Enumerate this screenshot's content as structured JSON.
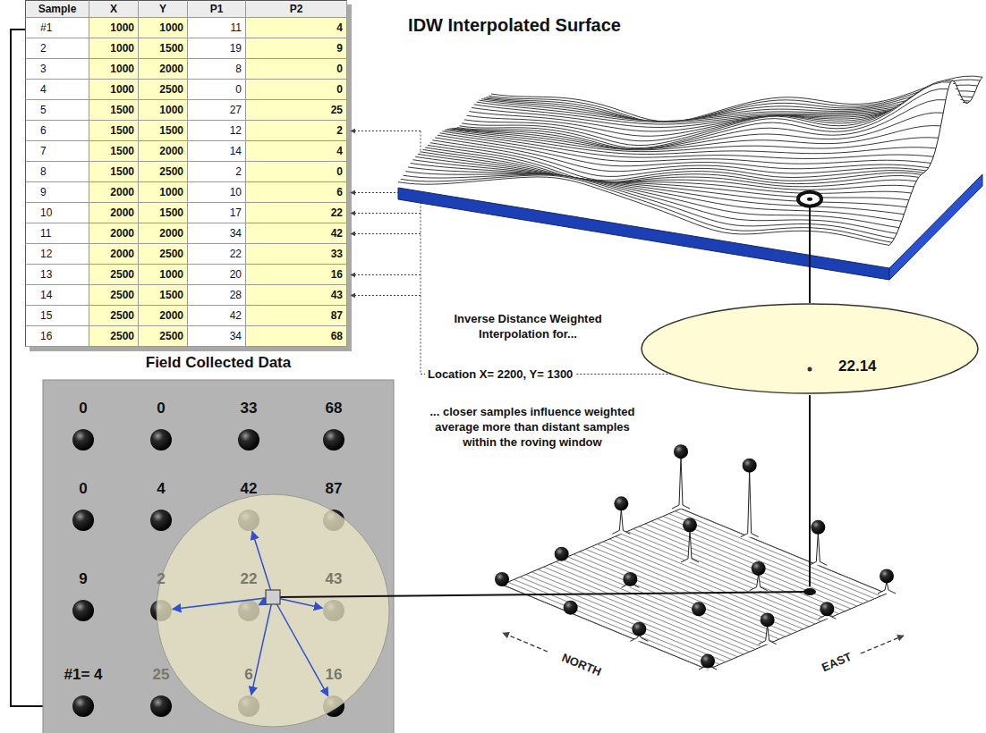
{
  "diagram": {
    "title": "IDW Interpolated Surface",
    "nodes": [
      {
        "text": [
          "22.14"
        ]
      }
    ],
    "labels": [
      "Field Collected Data",
      "Inverse Distance Weighted Interpolation for...",
      "Location X= 2200, Y= 1300",
      "... closer samples influence weighted average more than distant samples within the roving window",
      "Sample",
      "X",
      "Y",
      "P1",
      "P2",
      "#1",
      "1000",
      "1000",
      "11",
      "4",
      "2",
      "1000",
      "1500",
      "19",
      "9",
      "3",
      "1000",
      "2000",
      "8",
      "0",
      "4",
      "1000",
      "2500",
      "0",
      "0",
      "5",
      "1500",
      "1000",
      "27",
      "25",
      "6",
      "1500",
      "1500",
      "12",
      "2",
      "7",
      "1500",
      "2000",
      "14",
      "4",
      "8",
      "1500",
      "2500",
      "2",
      "0",
      "9",
      "2000",
      "1000",
      "10",
      "6",
      "10",
      "2000",
      "1500",
      "17",
      "22",
      "11",
      "2000",
      "2000",
      "34",
      "42",
      "12",
      "2000",
      "2500",
      "22",
      "33",
      "13",
      "2500",
      "1000",
      "20",
      "16",
      "14",
      "2500",
      "1500",
      "28",
      "43",
      "15",
      "2500",
      "2000",
      "42",
      "87",
      "16",
      "2500",
      "2500",
      "34",
      "68",
      "0",
      "0",
      "33",
      "68",
      "0",
      "4",
      "42",
      "87",
      "9",
      "2",
      "22",
      "43",
      "#1= 4",
      "25",
      "6",
      "16",
      "NORTH",
      "EAST"
    ]
  }
}
